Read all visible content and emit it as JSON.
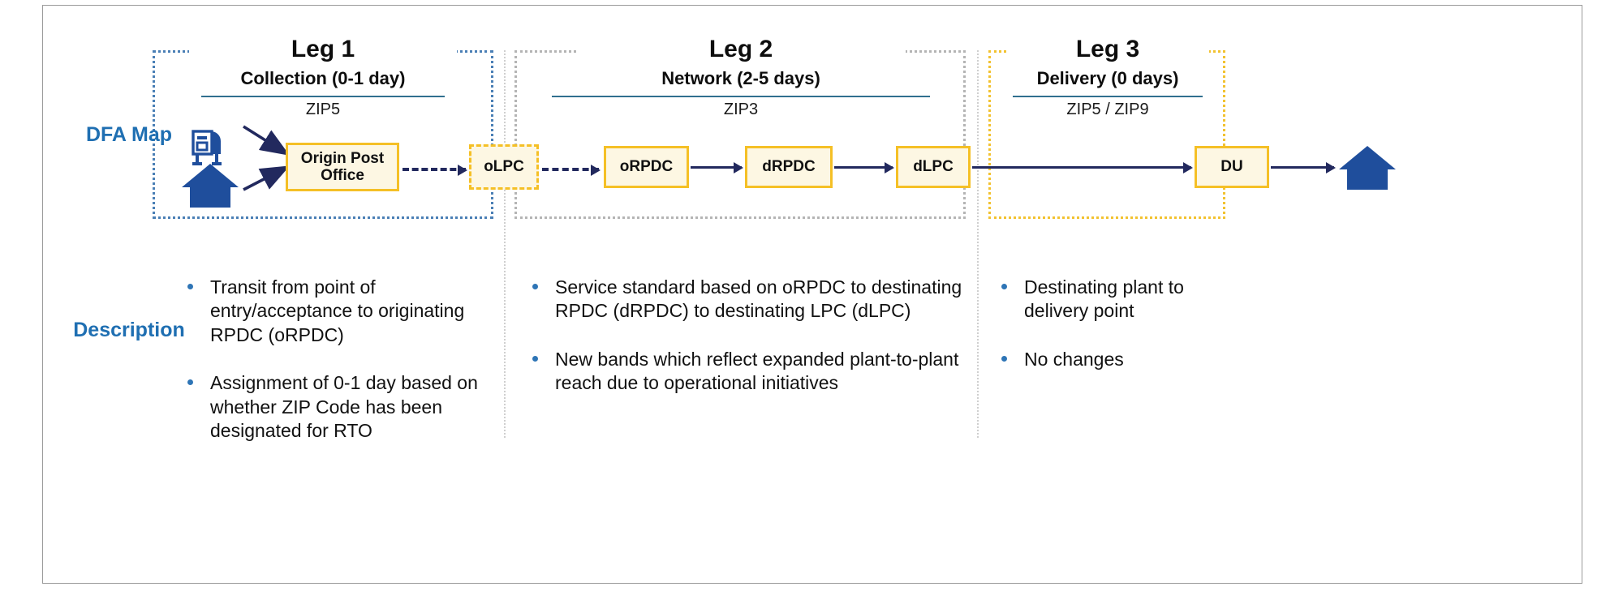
{
  "diagram": {
    "row_labels": {
      "dfa_map": "DFA Map",
      "description": "Description"
    },
    "legs": [
      {
        "id": "leg1",
        "title": "Leg 1",
        "subtitle": "Collection (0-1 day)",
        "zip": "ZIP5",
        "border_color": "#4a7fb5",
        "bullets": [
          "Transit from point of entry/acceptance to originating RPDC (oRPDC)",
          "Assignment of 0-1 day based on whether ZIP Code has been designated for RTO"
        ]
      },
      {
        "id": "leg2",
        "title": "Leg 2",
        "subtitle": "Network (2-5 days)",
        "zip": "ZIP3",
        "border_color": "#b4b4b4",
        "bullets": [
          "Service standard based on oRPDC to destinating RPDC (dRPDC) to destinating LPC (dLPC)",
          "New bands which reflect expanded plant-to-plant reach due to operational initiatives"
        ]
      },
      {
        "id": "leg3",
        "title": "Leg 3",
        "subtitle": "Delivery (0 days)",
        "zip": "ZIP5 / ZIP9",
        "border_color": "#f2c230",
        "bullets": [
          "Destinating plant to delivery point",
          "No changes"
        ]
      }
    ],
    "nodes": [
      {
        "id": "opo",
        "label": "Origin Post Office",
        "style": "solid"
      },
      {
        "id": "olpc",
        "label": "oLPC",
        "style": "dashed"
      },
      {
        "id": "orpdc",
        "label": "oRPDC",
        "style": "solid"
      },
      {
        "id": "drpdc",
        "label": "dRPDC",
        "style": "solid"
      },
      {
        "id": "dlpc",
        "label": "dLPC",
        "style": "solid"
      },
      {
        "id": "du",
        "label": "DU",
        "style": "solid"
      }
    ],
    "icons": {
      "mailbox": "mailbox-icon",
      "house_origin": "house-icon",
      "house_destination": "house-icon"
    },
    "colors": {
      "node_border": "#f5c026",
      "node_fill": "#fdf7e3",
      "arrow": "#22295e",
      "label_blue": "#1f6fb2",
      "rule_blue": "#31708f",
      "icon_blue": "#1f4e9c"
    }
  }
}
